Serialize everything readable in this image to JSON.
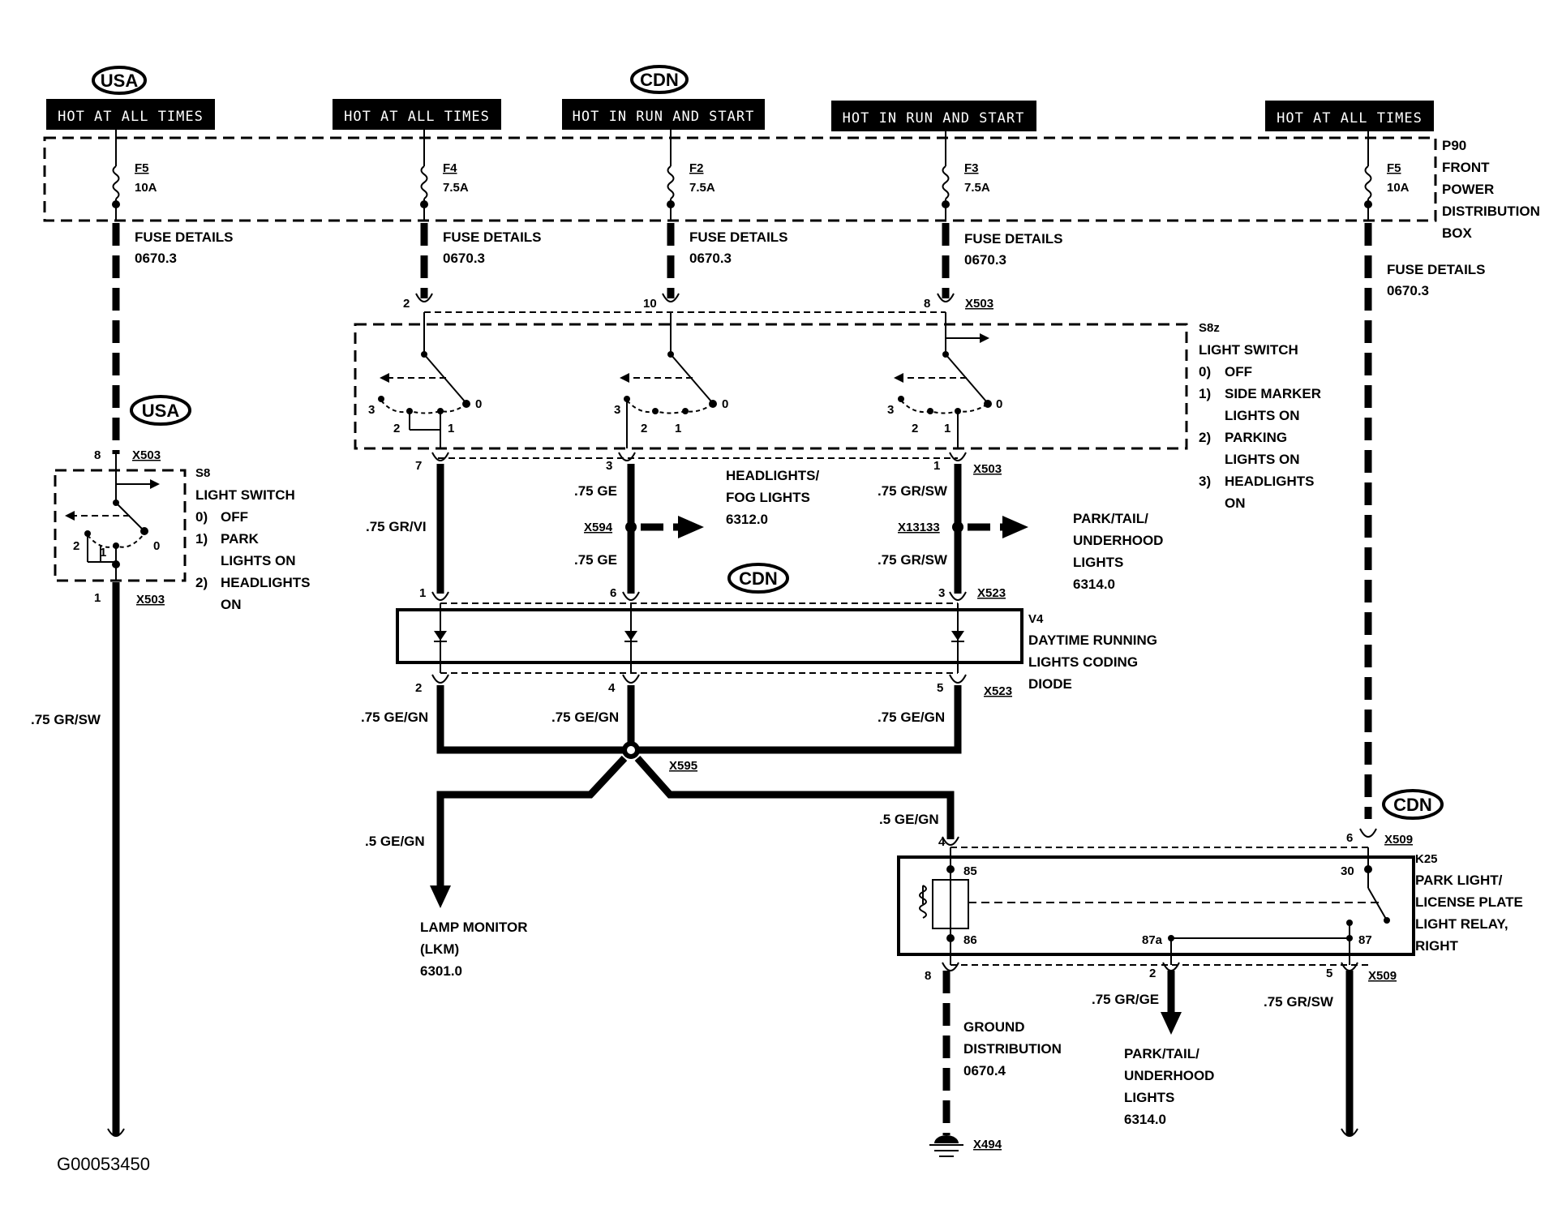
{
  "headers": [
    {
      "label": "HOT AT ALL TIMES"
    },
    {
      "label": "HOT AT ALL TIMES"
    },
    {
      "label": "HOT IN RUN AND START"
    },
    {
      "label": "HOT IN RUN AND START"
    },
    {
      "label": "HOT AT ALL TIMES"
    }
  ],
  "region_badges": {
    "usa": "USA",
    "cdn": "CDN"
  },
  "fuses": [
    {
      "name": "F5",
      "rating": "10A"
    },
    {
      "name": "F4",
      "rating": "7.5A"
    },
    {
      "name": "F2",
      "rating": "7.5A"
    },
    {
      "name": "F3",
      "rating": "7.5A"
    },
    {
      "name": "F5",
      "rating": "10A"
    }
  ],
  "fuse_details": {
    "label": "FUSE DETAILS",
    "ref": "0670.3"
  },
  "power_box": {
    "code": "P90",
    "lines": [
      "FRONT",
      "POWER",
      "DISTRIBUTION",
      "BOX"
    ]
  },
  "connectors": {
    "x503": "X503",
    "x594": "X594",
    "x13133": "X13133",
    "x523": "X523",
    "x595": "X595",
    "x509": "X509",
    "x494": "X494"
  },
  "pins": {
    "s8z_2": "2",
    "s8z_10": "10",
    "s8z_8": "8",
    "s8_in": "8",
    "s8_out": "1",
    "s8z_out7": "7",
    "s8z_out3": "3",
    "s8z_out1": "1",
    "v4_in1": "1",
    "v4_in6": "6",
    "v4_in3": "3",
    "v4_out2": "2",
    "v4_out4": "4",
    "v4_out5": "5",
    "k25_in4": "4",
    "k25_in6": "6",
    "k25_out8": "8",
    "k25_out2": "2",
    "k25_out5": "5"
  },
  "switch_positions": {
    "p0": "0",
    "p1": "1",
    "p2": "2",
    "p3": "3"
  },
  "s8": {
    "code": "S8",
    "title": "LIGHT SWITCH",
    "items": [
      "0)",
      "OFF",
      "1)",
      "PARK",
      "LIGHTS ON",
      "2)",
      "HEADLIGHTS",
      "ON"
    ]
  },
  "s8z": {
    "code": "S8z",
    "title": "LIGHT SWITCH",
    "items": [
      "0)",
      "OFF",
      "1)",
      "SIDE MARKER",
      "LIGHTS ON",
      "2)",
      "PARKING",
      "LIGHTS ON",
      "3)",
      "HEADLIGHTS",
      "ON"
    ]
  },
  "wires": {
    "grsw_left": ".75 GR/SW",
    "grvi": ".75 GR/VI",
    "ge_top": ".75 GE",
    "ge_bottom": ".75 GE",
    "grsw_top": ".75 GR/SW",
    "grsw_bottom": ".75 GR/SW",
    "gegn1": ".75 GE/GN",
    "gegn2": ".75 GE/GN",
    "gegn3": ".75 GE/GN",
    "gegn_lamp": ".5 GE/GN",
    "gegn_k25": ".5 GE/GN",
    "grge": ".75 GR/GE",
    "grsw_right": ".75 GR/SW"
  },
  "refs": {
    "headlights": [
      "HEADLIGHTS/",
      "FOG LIGHTS",
      "6312.0"
    ],
    "park_tail_mid": [
      "PARK/TAIL/",
      "UNDERHOOD",
      "LIGHTS",
      "6314.0"
    ],
    "v4": [
      "V4",
      "DAYTIME RUNNING",
      "LIGHTS CODING",
      "DIODE"
    ],
    "lamp_monitor": [
      "LAMP MONITOR",
      "(LKM)",
      "6301.0"
    ],
    "ground": [
      "GROUND",
      "DISTRIBUTION",
      "0670.4"
    ],
    "park_tail_bottom": [
      "PARK/TAIL/",
      "UNDERHOOD",
      "LIGHTS",
      "6314.0"
    ],
    "k25": [
      "K25",
      "PARK LIGHT/",
      "LICENSE PLATE",
      "LIGHT RELAY,",
      "RIGHT"
    ]
  },
  "relay_pins": {
    "p85": "85",
    "p86": "86",
    "p30": "30",
    "p87": "87",
    "p87a": "87a"
  },
  "figure_id": "G00053450"
}
